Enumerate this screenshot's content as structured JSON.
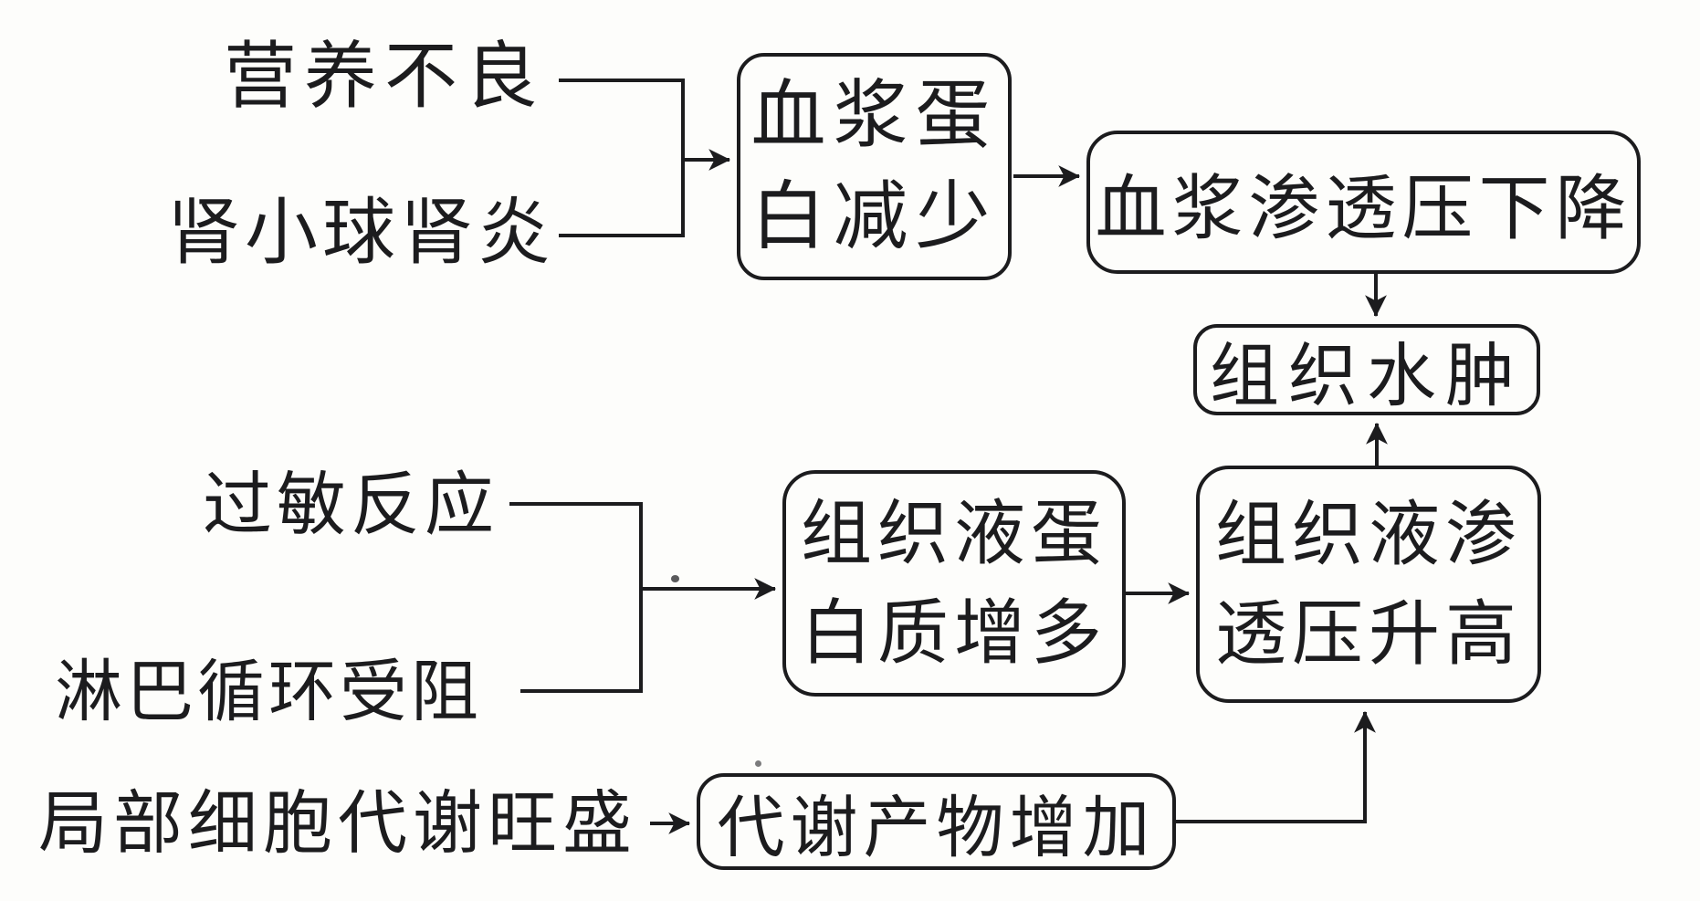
{
  "figure": {
    "type": "flowchart",
    "ink_color": "#1c1c1e",
    "background_color": "#fdfdfb"
  },
  "causes": {
    "malnutrition": "营养不良",
    "glomerulonephritis": "肾小球肾炎",
    "allergic_reaction": "过敏反应",
    "lymph_circulation_blocked": "淋巴循环受阻",
    "local_cell_metabolism_vigorous": "局部细胞代谢旺盛"
  },
  "nodes": {
    "plasma_protein_decrease": {
      "line1": "血浆蛋",
      "line2": "白减少"
    },
    "plasma_osmotic_pressure_drop": {
      "text": "血浆渗透压下降"
    },
    "tissue_edema": {
      "text": "组织水肿"
    },
    "tissue_fluid_protein_increase": {
      "line1": "组织液蛋",
      "line2": "白质增多"
    },
    "tissue_fluid_osmotic_pressure_rise": {
      "line1": "组织液渗",
      "line2": "透压升高"
    },
    "metabolic_products_increase": {
      "text": "代谢产物增加"
    }
  },
  "edges": [
    {
      "from": "营养不良",
      "to": "血浆蛋白减少"
    },
    {
      "from": "肾小球肾炎",
      "to": "血浆蛋白减少"
    },
    {
      "from": "血浆蛋白减少",
      "to": "血浆渗透压下降"
    },
    {
      "from": "血浆渗透压下降",
      "to": "组织水肿"
    },
    {
      "from": "过敏反应",
      "to": "组织液蛋白质增多"
    },
    {
      "from": "淋巴循环受阻",
      "to": "组织液蛋白质增多"
    },
    {
      "from": "组织液蛋白质增多",
      "to": "组织液渗透压升高"
    },
    {
      "from": "局部细胞代谢旺盛",
      "to": "代谢产物增加"
    },
    {
      "from": "代谢产物增加",
      "to": "组织液渗透压升高"
    },
    {
      "from": "组织液渗透压升高",
      "to": "组织水肿"
    }
  ]
}
